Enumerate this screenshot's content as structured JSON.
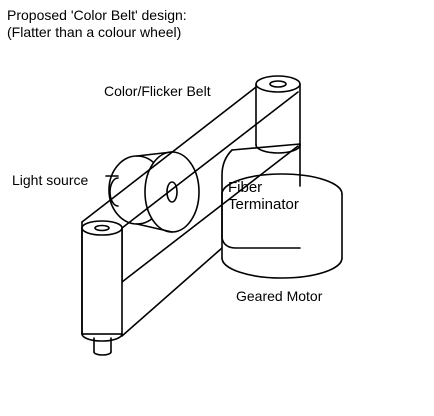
{
  "title": {
    "line1": "Proposed 'Color Belt' design:",
    "line2": "(Flatter than a colour wheel)"
  },
  "labels": {
    "belt": "Color/Flicker Belt",
    "light_source": "Light source",
    "fiber_line1": "Fiber",
    "fiber_line2": "Terminator",
    "motor": "Geared Motor"
  },
  "colors": {
    "stroke": "#000000",
    "background": "#ffffff"
  }
}
